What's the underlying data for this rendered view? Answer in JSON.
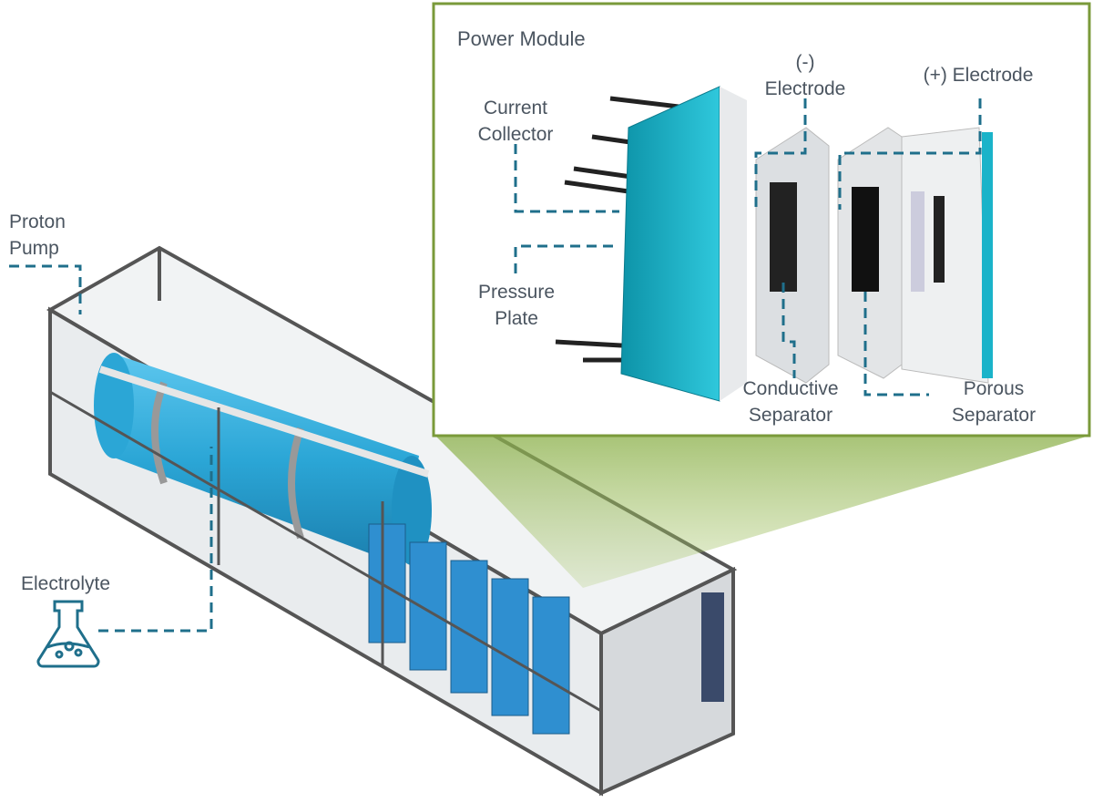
{
  "inset": {
    "title": "Power Module",
    "labels": {
      "neg_electrode_sign": "(-)",
      "neg_electrode": "Electrode",
      "pos_electrode": "(+) Electrode",
      "current_collector_1": "Current",
      "current_collector_2": "Collector",
      "pressure_plate_1": "Pressure",
      "pressure_plate_2": "Plate",
      "conductive_separator_1": "Conductive",
      "conductive_separator_2": "Separator",
      "porous_separator_1": "Porous",
      "porous_separator_2": "Separator"
    }
  },
  "main": {
    "proton_pump_1": "Proton",
    "proton_pump_2": "Pump",
    "electrolyte": "Electrolyte"
  },
  "colors": {
    "leader": "#1f6f8b",
    "inset_border": "#7a9a3a",
    "tank_blue": "#2ba6d6",
    "plate_teal": "#1ab3c9",
    "text": "#4b5560"
  }
}
